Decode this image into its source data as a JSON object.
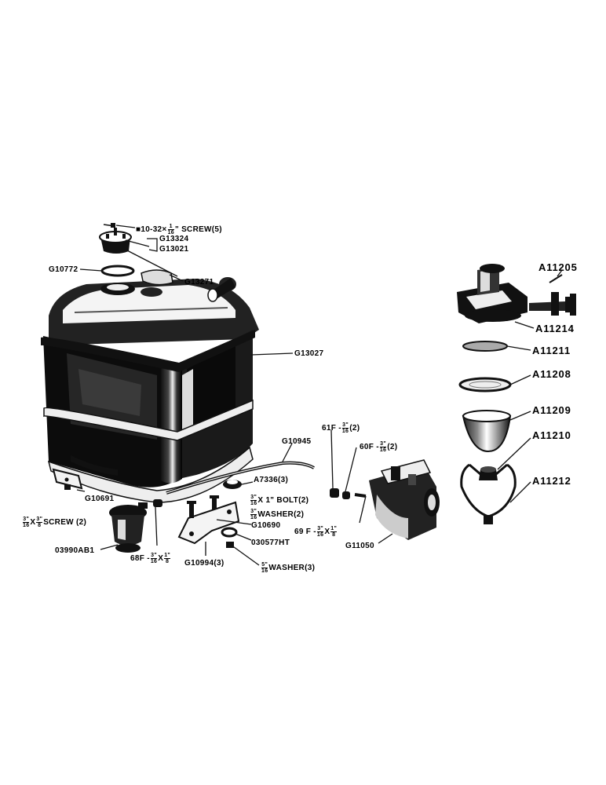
{
  "labels": {
    "screw_10_32": {
      "pre": "■10-32×",
      "num": "1",
      "den": "16",
      "post": "\" SCREW(5)"
    },
    "g13324": "G13324",
    "g13021": "G13021",
    "g10772": "G10772",
    "g13271": "G13271",
    "g13027": "G13027",
    "g10945": "G10945",
    "f61": {
      "pre": "61F -",
      "num": "3\"",
      "den": "16",
      "post": "(2)"
    },
    "f60": {
      "pre": "60F -",
      "num": "3\"",
      "den": "16",
      "post": "(2)"
    },
    "g10691": "G10691",
    "a7336": "A7336(3)",
    "bolt": {
      "pre": "",
      "num": "3\"",
      "den": "16",
      "post": "X 1\" BOLT(2)"
    },
    "washer2": {
      "pre": "",
      "num": "3\"",
      "den": "16",
      "post": "WASHER(2)"
    },
    "g10690": "G10690",
    "f69": {
      "pre": "69 F -",
      "num": "3\"",
      "den": "16",
      "post": "X",
      "num2": "1\"",
      "den2": "8"
    },
    "screw_left": {
      "pre": "",
      "num": "3\"",
      "den": "16",
      "post": "X",
      "num2": "3\"",
      "den2": "8",
      "post2": " SCREW (2)"
    },
    "o3990": "03990AB1",
    "o30577": "030577HT",
    "g11050": "G11050",
    "f68": {
      "pre": "68F -",
      "num": "3\"",
      "den": "16",
      "post": "X",
      "num2": "1\"",
      "den2": "8"
    },
    "g10994": "G10994(3)",
    "washer3": {
      "pre": "",
      "num": "5\"",
      "den": "16",
      "post": "WASHER(3)"
    },
    "a11205": "A11205",
    "a11214": "A11214",
    "a11211": "A11211",
    "a11208": "A11208",
    "a11209": "A11209",
    "a11210": "A11210",
    "a11212": "A11212"
  }
}
